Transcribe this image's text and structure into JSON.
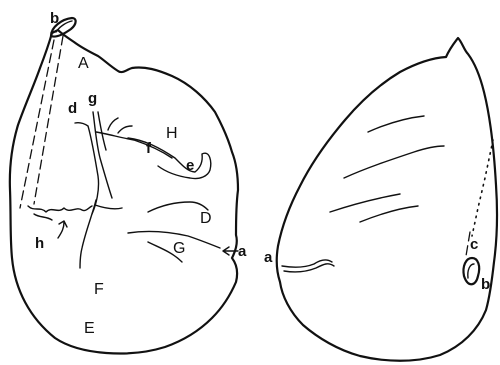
{
  "labels": {
    "A": "A",
    "b_left": "b",
    "d": "d",
    "g": "g",
    "f": "f",
    "H": "H",
    "e": "e",
    "D": "D",
    "G": "G",
    "a_left": "a",
    "h": "h",
    "F": "F",
    "E": "E",
    "a_right": "a",
    "c": "c",
    "b_right": "b"
  }
}
